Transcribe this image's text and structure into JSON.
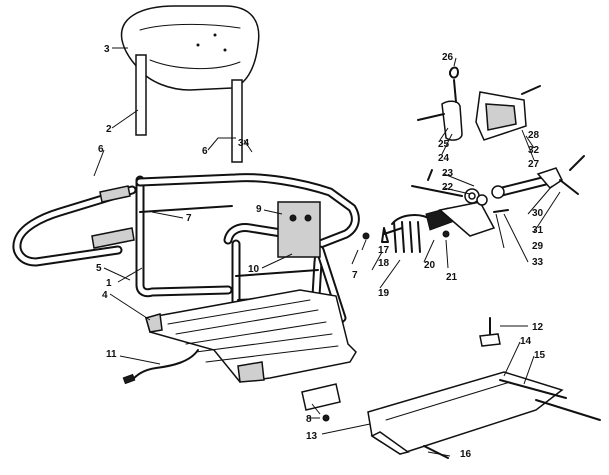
{
  "callouts": [
    {
      "id": "c1",
      "text": "1"
    },
    {
      "id": "c2",
      "text": "2"
    },
    {
      "id": "c3",
      "text": "3"
    },
    {
      "id": "c4",
      "text": "4"
    },
    {
      "id": "c5",
      "text": "5"
    },
    {
      "id": "c6a",
      "text": "6"
    },
    {
      "id": "c6b",
      "text": "6"
    },
    {
      "id": "c7a",
      "text": "7"
    },
    {
      "id": "c7b",
      "text": "7"
    },
    {
      "id": "c8",
      "text": "8"
    },
    {
      "id": "c9",
      "text": "9"
    },
    {
      "id": "c10",
      "text": "10"
    },
    {
      "id": "c11",
      "text": "11"
    },
    {
      "id": "c12",
      "text": "12"
    },
    {
      "id": "c13",
      "text": "13"
    },
    {
      "id": "c14",
      "text": "14"
    },
    {
      "id": "c15",
      "text": "15"
    },
    {
      "id": "c16",
      "text": "16"
    },
    {
      "id": "c17",
      "text": "17"
    },
    {
      "id": "c18",
      "text": "18"
    },
    {
      "id": "c19",
      "text": "19"
    },
    {
      "id": "c20",
      "text": "20"
    },
    {
      "id": "c21",
      "text": "21"
    },
    {
      "id": "c22",
      "text": "22"
    },
    {
      "id": "c23",
      "text": "23"
    },
    {
      "id": "c24",
      "text": "24"
    },
    {
      "id": "c25",
      "text": "25"
    },
    {
      "id": "c26",
      "text": "26"
    },
    {
      "id": "c27",
      "text": "27"
    },
    {
      "id": "c28",
      "text": "28"
    },
    {
      "id": "c29",
      "text": "29"
    },
    {
      "id": "c30",
      "text": "30"
    },
    {
      "id": "c31",
      "text": "31"
    },
    {
      "id": "c32",
      "text": "32"
    },
    {
      "id": "c33",
      "text": "33"
    },
    {
      "id": "c34",
      "text": "34"
    }
  ]
}
